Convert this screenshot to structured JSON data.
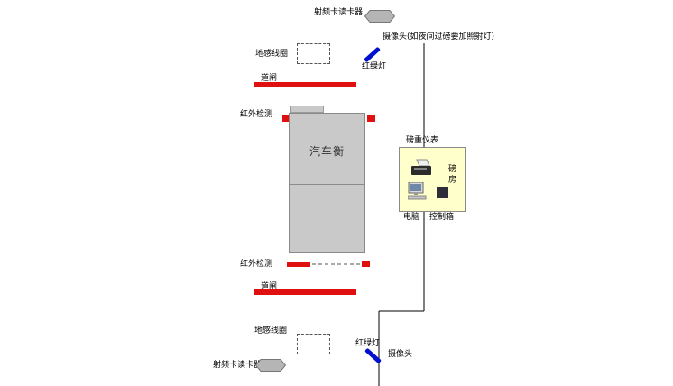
{
  "labels": {
    "rfid_reader_top": "射频卡读卡器",
    "camera_top": "摄像头(如夜间过磅要加照射灯)",
    "ground_coil_top": "地感线圈",
    "traffic_light_top": "红绿灯",
    "barrier_gate_top": "道闸",
    "infrared_top": "红外检测",
    "truck_scale": "汽车衡",
    "weighing_instrument": "磅重仪表",
    "weigh_house": "磅房",
    "computer": "电脑",
    "control_box": "控制箱",
    "infrared_bottom": "红外检测",
    "barrier_gate_bottom": "道闸",
    "ground_coil_bottom": "地感线圈",
    "traffic_light_bottom": "红绿灯",
    "camera_bottom": "摄像头",
    "rfid_reader_bottom": "射频卡读卡器"
  },
  "colors": {
    "barrier_red": "#e01010",
    "light_blue": "#0010cc",
    "scale_gray": "#c9c9c9",
    "house_yellow": "#ffffcc",
    "reader_gray": "#b5b5b5"
  }
}
